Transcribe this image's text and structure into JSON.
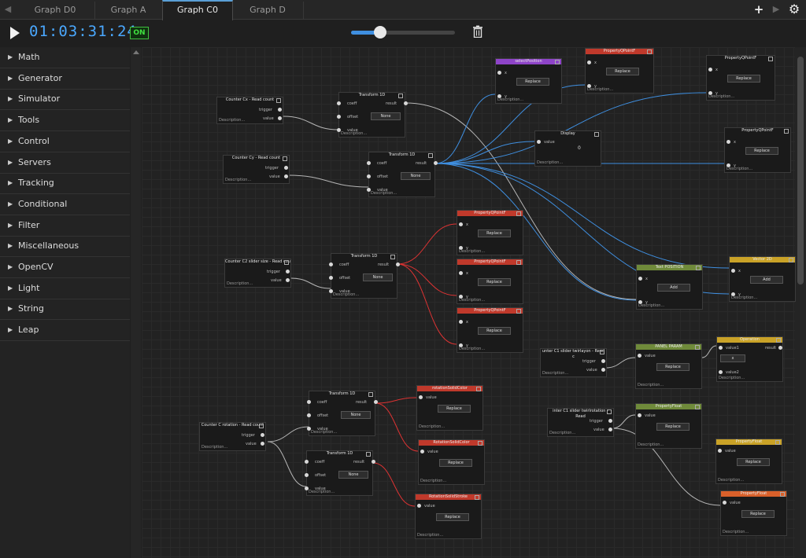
{
  "tabs": [
    {
      "label": "Graph D0"
    },
    {
      "label": "Graph A"
    },
    {
      "label": "Graph C0"
    },
    {
      "label": "Graph D"
    }
  ],
  "toolbar": {
    "add": "+",
    "settings": "⚙",
    "timer": "01:03:31:24",
    "on_label": "ON",
    "slider_value": 0.28
  },
  "sidebar": {
    "items": [
      {
        "label": "Math"
      },
      {
        "label": "Generator"
      },
      {
        "label": "Simulator"
      },
      {
        "label": "Tools"
      },
      {
        "label": "Control"
      },
      {
        "label": "Servers"
      },
      {
        "label": "Tracking"
      },
      {
        "label": "Conditional"
      },
      {
        "label": "Filter"
      },
      {
        "label": "Miscellaneous"
      },
      {
        "label": "OpenCV"
      },
      {
        "label": "Light"
      },
      {
        "label": "String"
      },
      {
        "label": "Leap"
      }
    ]
  },
  "colors": {
    "accent": "#3f8fe0",
    "timer": "#4aa8ff",
    "on": "#40e040",
    "header_purple": "#8e44c8",
    "header_red": "#c0392b",
    "header_olive": "#6f8a3a",
    "header_gold": "#c9a227",
    "header_orange": "#d9602a",
    "wire_blue": "#3f8fe0",
    "wire_red": "#d33",
    "wire_gray": "#b5b5b5"
  },
  "nodes": {
    "counter_cx": {
      "title": "Counter Cx - Read count",
      "trigger": "trigger",
      "value": "value",
      "desc": "Description..."
    },
    "counter_cy": {
      "title": "Counter Cy - Read count",
      "trigger": "trigger",
      "value": "value",
      "desc": "Description..."
    },
    "counter_c2": {
      "title": "Counter C2 slider size - Read cou",
      "trigger": "trigger",
      "value": "value",
      "desc": "Description..."
    },
    "counter_crot": {
      "title": "Counter C rotation - Read count",
      "trigger": "trigger",
      "value": "value",
      "desc": "Description..."
    },
    "slider_c1_rot": {
      "title": "unter C1 slider twirlayon - Read c",
      "trigger": "trigger",
      "value": "value",
      "desc": "Description..."
    },
    "slider_c1_rotation": {
      "title": "inter C1 slider twirlrotation - Read",
      "trigger": "trigger",
      "value": "value",
      "desc": "Description..."
    },
    "t1": {
      "title": "Transform 1D",
      "coeff": "coeff",
      "offset": "offset",
      "value": "value",
      "result": "result",
      "sel": "None",
      "desc": "Description..."
    },
    "t2": {
      "title": "Transform 1D",
      "coeff": "coeff",
      "offset": "offset",
      "value": "value",
      "result": "result",
      "sel": "None",
      "desc": "Description..."
    },
    "t3": {
      "title": "Transform 1D",
      "coeff": "coeff",
      "offset": "offset",
      "value": "value",
      "result": "result",
      "sel": "None",
      "desc": "Description..."
    },
    "t4": {
      "title": "Transform 1D",
      "coeff": "coeff",
      "offset": "offset",
      "value": "value",
      "result": "result",
      "sel": "None",
      "desc": "Description..."
    },
    "t5": {
      "title": "Transform 1D",
      "coeff": "coeff",
      "offset": "offset",
      "value": "value",
      "result": "result",
      "sel": "None",
      "desc": "Description..."
    },
    "select_pos": {
      "title": "selectPosition",
      "x": "x",
      "y": "y",
      "sel": "Replace",
      "desc": "Description..."
    },
    "pqp1": {
      "title": "PropertyQPointF",
      "x": "x",
      "y": "y",
      "sel": "Replace",
      "desc": "Description..."
    },
    "pqp2": {
      "title": "PropertyQPointF",
      "x": "x",
      "y": "y",
      "sel": "Replace",
      "desc": "Description..."
    },
    "pqp3": {
      "title": "PropertyQPointF",
      "x": "x",
      "y": "y",
      "sel": "Replace",
      "desc": "Description..."
    },
    "display": {
      "title": "Display",
      "value": "value",
      "big": "0",
      "desc": "Description..."
    },
    "pqp_r1": {
      "title": "PropertyQPointF",
      "x": "x",
      "y": "y",
      "sel": "Replace",
      "desc": "Description..."
    },
    "pqp_r2": {
      "title": "PropertyQPointF",
      "x": "x",
      "y": "y",
      "sel": "Replace",
      "desc": "Description..."
    },
    "pqp_r3": {
      "title": "PropertyQPointF",
      "x": "x",
      "y": "y",
      "sel": "Replace",
      "desc": "Description..."
    },
    "text_pos": {
      "title": "Text POSITION",
      "x": "x",
      "y": "y",
      "sel": "Add",
      "desc": "Description..."
    },
    "vector2d": {
      "title": "Vector 2D",
      "x": "x",
      "y": "y",
      "sel": "Add",
      "desc": "Description..."
    },
    "panel_param": {
      "title": "PANEL PARAM",
      "value": "value",
      "sel": "Replace",
      "desc": "Description..."
    },
    "operation": {
      "title": "Operation",
      "value1": "value1",
      "value2": "value2",
      "result": "result",
      "sel": "x",
      "desc": "Description..."
    },
    "pfloat1": {
      "title": "PropertyFloat",
      "value": "value",
      "sel": "Replace",
      "desc": "Description..."
    },
    "pfloat2": {
      "title": "PropertyFloat",
      "value": "value",
      "sel": "Replace",
      "desc": "Description..."
    },
    "pfloat3": {
      "title": "PropertyFloat",
      "value": "value",
      "sel": "Replace",
      "desc": "Description..."
    },
    "rot_color": {
      "title": "rotationSolidColor",
      "value": "value",
      "sel": "Replace",
      "desc": "Description..."
    },
    "rot_solid": {
      "title": "RotationSolidColor",
      "value": "value",
      "sel": "Replace",
      "desc": "Description..."
    },
    "rot_stroke": {
      "title": "RotationSolidStroke",
      "value": "value",
      "sel": "Replace",
      "desc": "Description..."
    }
  }
}
